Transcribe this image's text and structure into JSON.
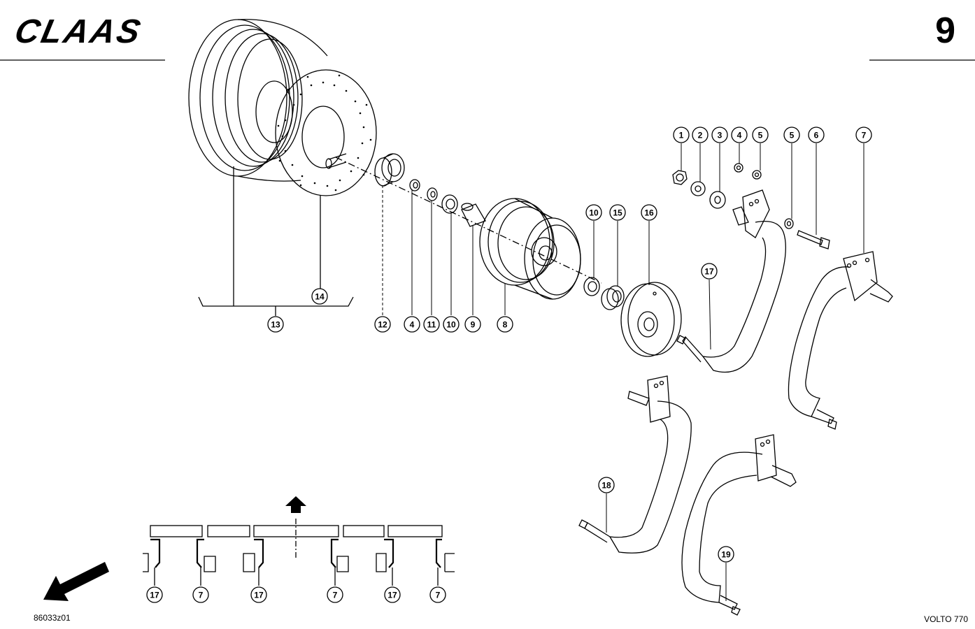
{
  "header": {
    "brand": "CLAAS",
    "page_number": "9"
  },
  "footer": {
    "drawing_code": "86033z01",
    "model": "VOLTO 770"
  },
  "callouts": {
    "c1": "1",
    "c2": "2",
    "c3": "3",
    "c4a": "4",
    "c5a": "5",
    "c5b": "5",
    "c6": "6",
    "c7": "7",
    "c10a": "10",
    "c15": "15",
    "c16": "16",
    "c17": "17",
    "c14": "14",
    "c13": "13",
    "c12": "12",
    "c4b": "4",
    "c11": "11",
    "c10b": "10",
    "c9": "9",
    "c8": "8",
    "c18": "18",
    "c19": "19"
  },
  "layout_legend": [
    "17",
    "7",
    "17",
    "7",
    "17",
    "7"
  ]
}
